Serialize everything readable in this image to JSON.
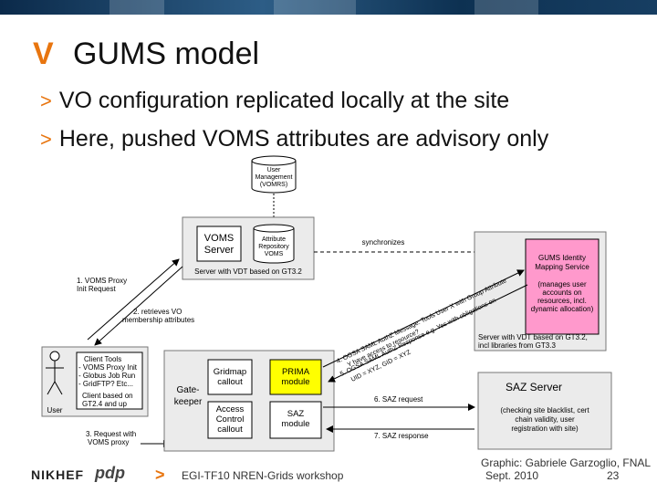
{
  "slide": {
    "title": "GUMS model",
    "bullets": [
      "VO configuration replicated locally at the site",
      "Here, pushed VOMS attributes are advisory only"
    ]
  },
  "diagram": {
    "vomrs": [
      "User",
      "Management",
      "(VOMRS)"
    ],
    "voms_server": [
      "VOMS",
      "Server"
    ],
    "attr_repo": [
      "Attribute",
      "Repository",
      "VOMS"
    ],
    "voms_caption": "Server with VDT based on GT3.2",
    "synchronizes": "synchronizes",
    "gums_service": [
      "GUMS Identity",
      "Mapping Service"
    ],
    "gums_desc": [
      "(manages user",
      "accounts on",
      "resources, incl.",
      "dynamic allocation)"
    ],
    "gums_caption": [
      "Server with VDT based on GT3.2,",
      "incl libraries from GT3.3"
    ],
    "step1": [
      "1. VOMS Proxy",
      "Init Request"
    ],
    "step2": [
      "2. retrieves VO",
      "membership attributes"
    ],
    "step3": [
      "3. Request with",
      "VOMS proxy"
    ],
    "client_tools": [
      "Client Tools",
      "- VOMS Proxy Init",
      "- Globus Job Run",
      "- GridFTP? Etc..."
    ],
    "client_caption": [
      "Client based on",
      "GT2.4 and up"
    ],
    "user": "User",
    "gatekeeper": [
      "Gate-",
      "keeper"
    ],
    "gridmap": [
      "Gridmap",
      "callout"
    ],
    "prima": [
      "PRIMA",
      "module"
    ],
    "access": [
      "Access",
      "Control",
      "callout"
    ],
    "saz_module": [
      "SAZ",
      "module"
    ],
    "step4": [
      "4. OGSA SAML AuthZ Message: Tools User X with Group Attribute",
      "Y have access to resource?"
    ],
    "step5": [
      "5. OGSA SAML AuthZ Response e.g. Yes with obligations on",
      "UID = XYZ, GID = XYZ"
    ],
    "saz_server": "SAZ Server",
    "saz_desc": [
      "(checking site blacklist, cert",
      "chain validity, user",
      "registration with site)"
    ],
    "step6": "6. SAZ request",
    "step7": "7. SAZ response"
  },
  "footer": {
    "org_logo": "NIKHEF",
    "logo2": "pdp",
    "arrow": ">",
    "workshop": "EGI-TF10 NREN-Grids workshop",
    "credit": "Graphic: Gabriele Garzoglio, FNAL",
    "date": "Sept. 2010",
    "page": "23"
  },
  "colors": {
    "accent": "#e8750f",
    "prima": "#ffff00",
    "gums": "#ff99cc",
    "panel": "#ebebeb"
  }
}
